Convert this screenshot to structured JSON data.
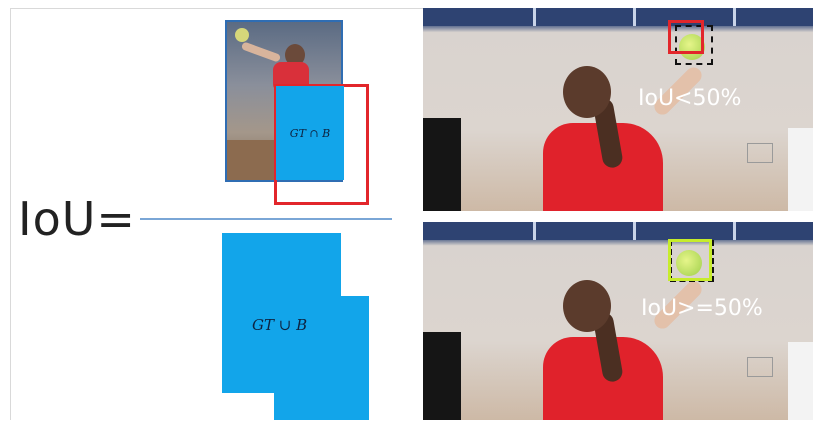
{
  "formula": {
    "lhs": "IoU=",
    "numerator_label": "GT ∩ B",
    "denominator_label": "GT ∪ B"
  },
  "examples": [
    {
      "label": "IoU<50%",
      "box_color": "#e2262b"
    },
    {
      "label": "IoU>=50%",
      "box_color": "#c7ec2b"
    }
  ],
  "colors": {
    "region_fill": "#12a5ea",
    "gt_border": "#2f6db3",
    "fraction_line": "#7aa6d6"
  }
}
